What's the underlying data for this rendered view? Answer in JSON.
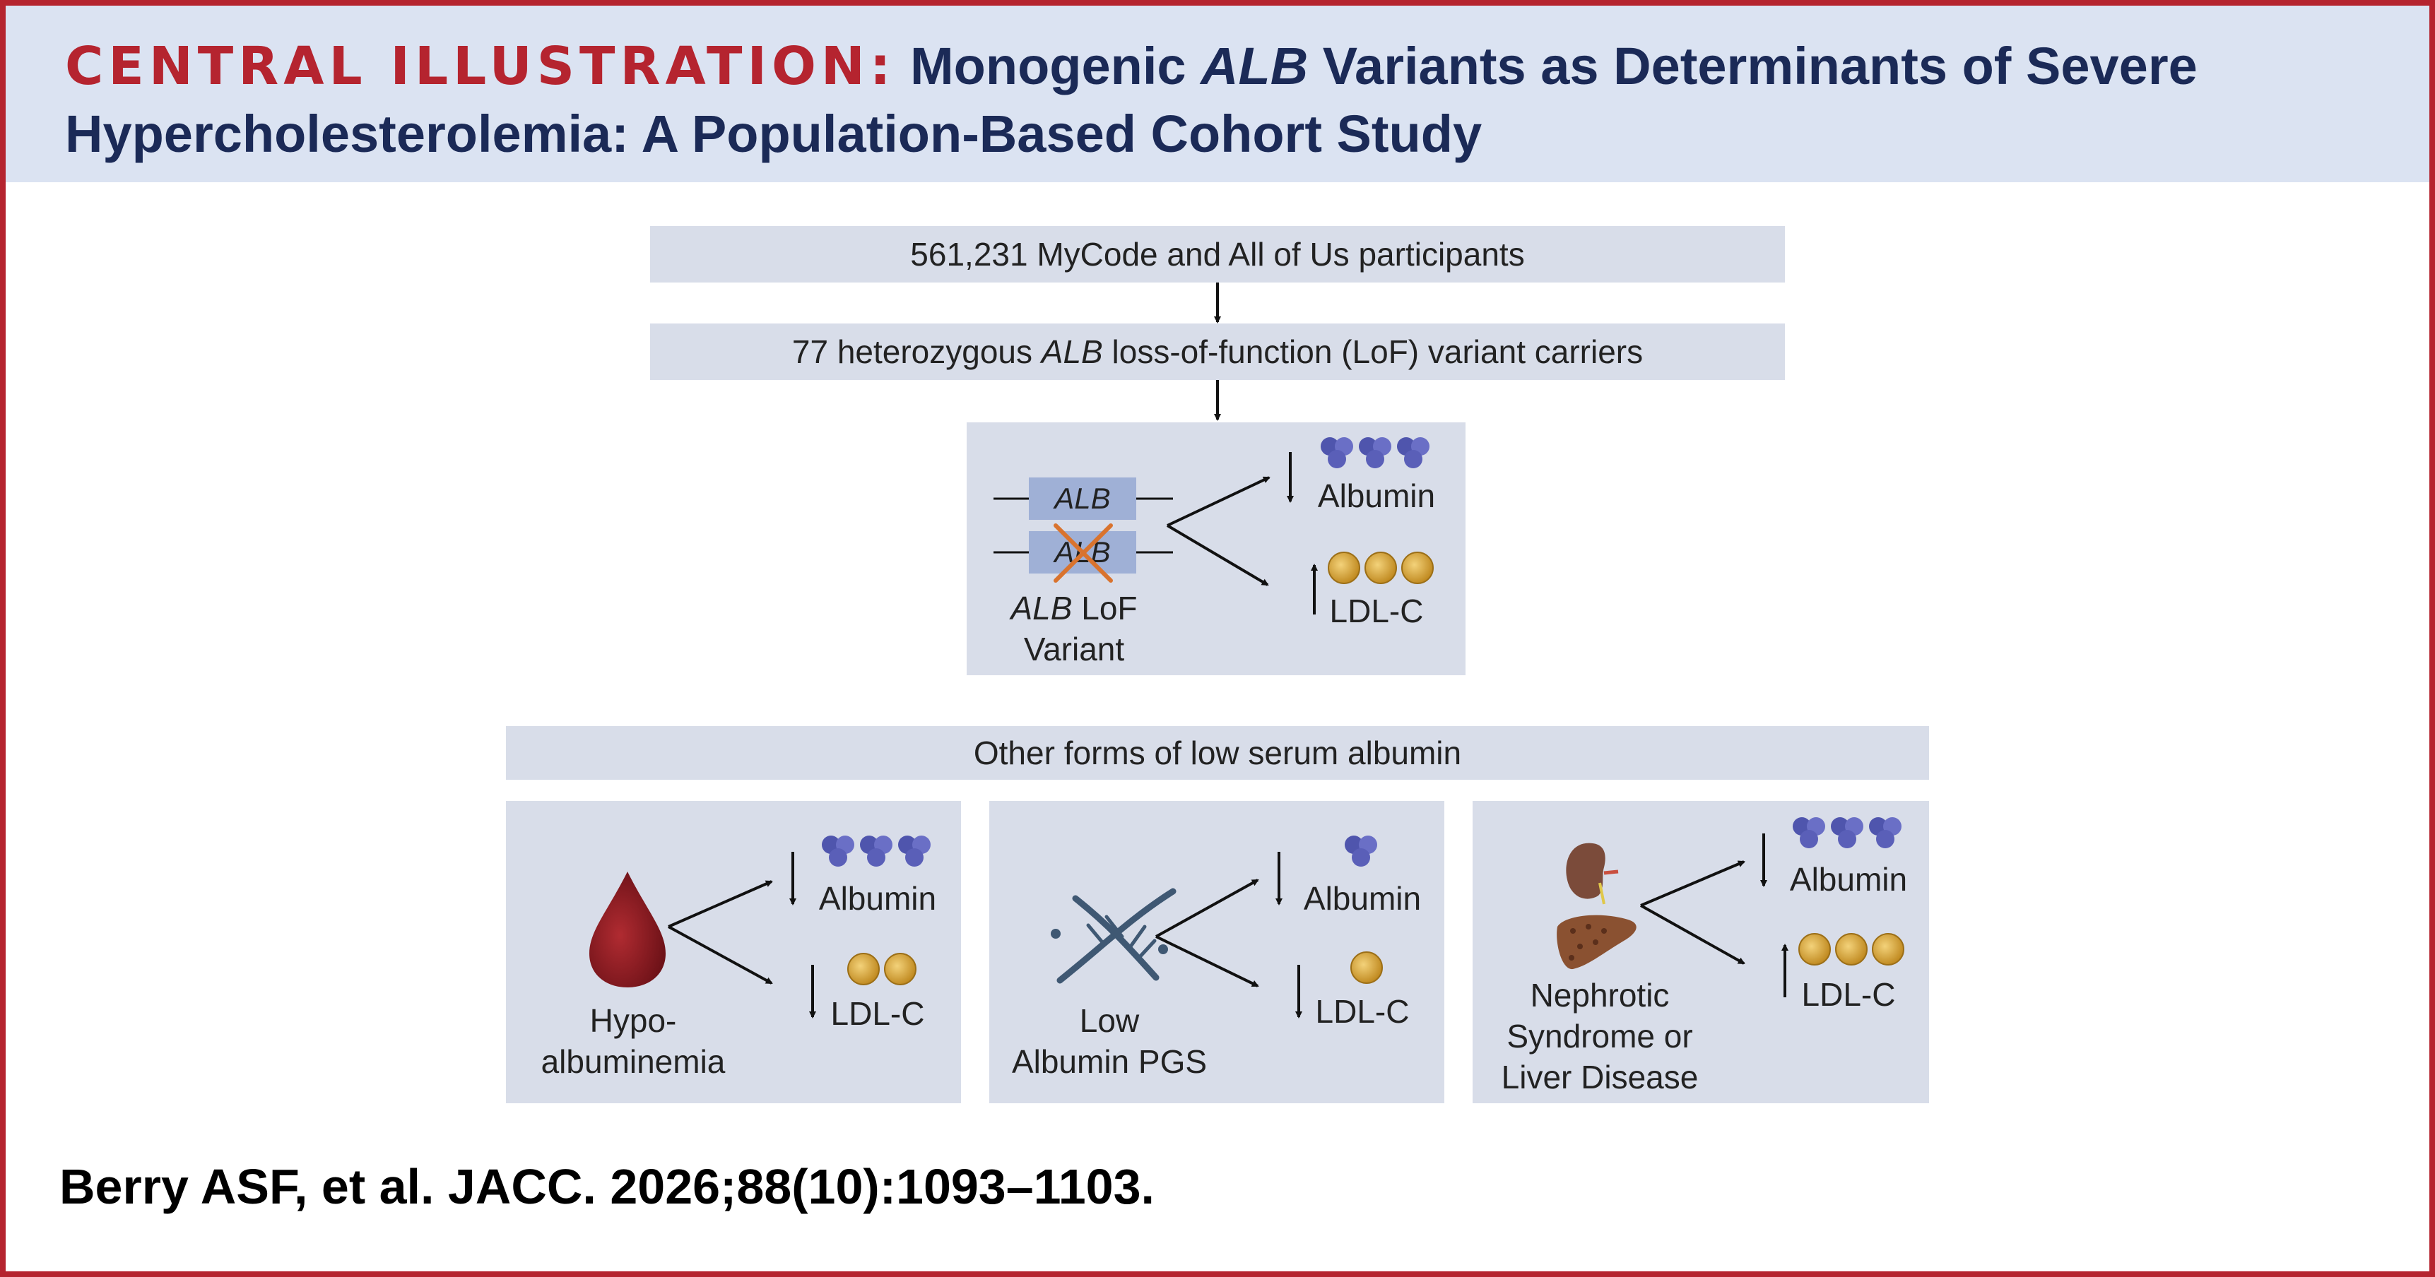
{
  "header": {
    "label": "CENTRAL ILLUSTRATION:",
    "title_part1": "Monogenic",
    "title_italic": "ALB",
    "title_part2": "Variants as Determinants of Severe Hypercholesterolemia: A Population-Based Cohort Study"
  },
  "flow": {
    "step1": "561,231 MyCode and All of Us participants",
    "step2_prefix": "77 heterozygous",
    "step2_italic": "ALB",
    "step2_suffix": "loss-of-function (LoF) variant carriers"
  },
  "lof_panel": {
    "gene_label": "ALB",
    "gene_label_crossed": "ALB",
    "variant_italic": "ALB",
    "variant_line1_suffix": "LoF",
    "variant_line2": "Variant",
    "albumin_label": "Albumin",
    "ldl_label": "LDL-C",
    "albumin_direction": "down",
    "ldl_direction": "up"
  },
  "other_forms": {
    "header": "Other forms of low serum albumin",
    "panels": [
      {
        "name_line1": "Hypo-",
        "name_line2": "albuminemia",
        "albumin_label": "Albumin",
        "ldl_label": "LDL-C",
        "albumin_direction": "down",
        "ldl_direction": "down",
        "icon": "blood-drop-icon"
      },
      {
        "name_line1": "Low",
        "name_line2": "Albumin PGS",
        "albumin_label": "Albumin",
        "ldl_label": "LDL-C",
        "albumin_direction": "down",
        "ldl_direction": "down",
        "icon": "dna-icon"
      },
      {
        "name_line1": "Nephrotic",
        "name_line2": "Syndrome or",
        "name_line3": "Liver Disease",
        "albumin_label": "Albumin",
        "ldl_label": "LDL-C",
        "albumin_direction": "down",
        "ldl_direction": "up",
        "icon": "kidney-liver-icon"
      }
    ]
  },
  "citation": "Berry ASF, et al. JACC. 2026;88(10):1093–1103.",
  "colors": {
    "frame": "#b5242f",
    "header_bg": "#dbe3f2",
    "title": "#1b2a57",
    "box_bg": "#d8dde9",
    "gene_box": "#9fb0d6",
    "albumin_protein": "#5a5fb8",
    "ldl_particle": "#d9a640",
    "cross": "#d9732e",
    "blood": "#8e1c22"
  }
}
